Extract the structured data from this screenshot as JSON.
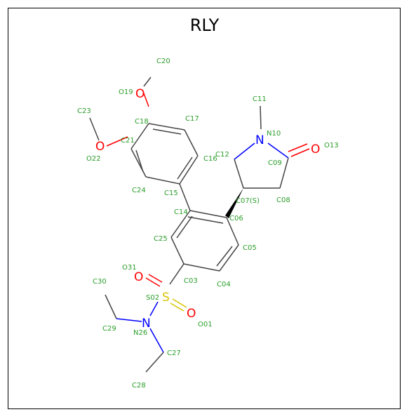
{
  "title": "RLY",
  "atom_symbols": {
    "O19": "O",
    "O22": "O",
    "O13": "O",
    "O31": "O",
    "O01": "O",
    "N10": "N",
    "N26": "N",
    "S02": "S"
  },
  "atom_labels": [
    "C20",
    "O19",
    "C23",
    "C18",
    "C17",
    "C21",
    "O22",
    "C16",
    "C24",
    "C15",
    "C14",
    "C25",
    "C06",
    "C05",
    "C03",
    "C04",
    "O31",
    "C30",
    "S02",
    "O01",
    "C29",
    "N26",
    "C27",
    "C28",
    "C11",
    "N10",
    "C12",
    "C09",
    "O13",
    "C07(S)",
    "C08"
  ]
}
